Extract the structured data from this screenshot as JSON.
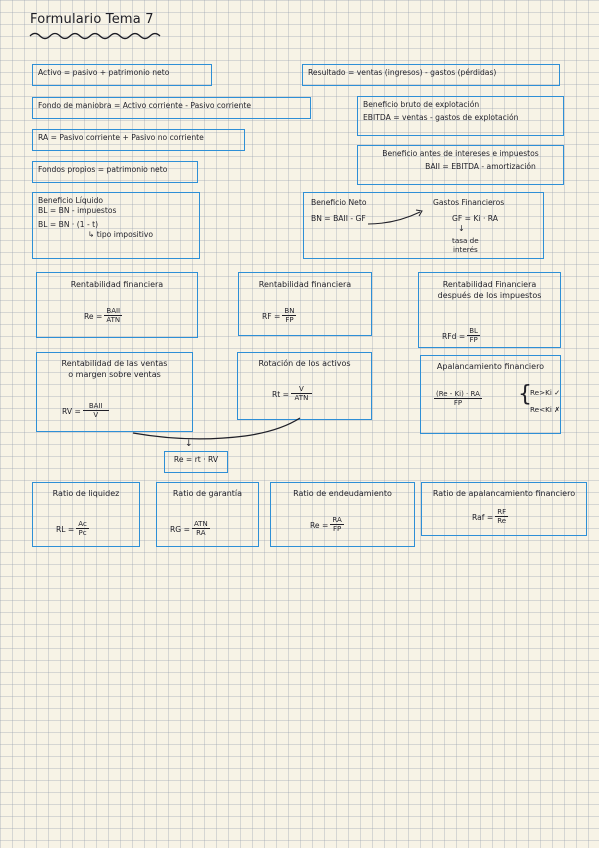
{
  "title": "Formulario Tema 7",
  "top_left": {
    "activo": "Activo = pasivo + patrimonio neto",
    "fondo_maniobra": "Fondo de maniobra = Activo corriente - Pasivo corriente",
    "ra": "RA = Pasivo corriente + Pasivo no corriente",
    "fondos_propios": "Fondos propios = patrimonio neto"
  },
  "top_right": {
    "resultado": "Resultado = ventas (ingresos) - gastos (pérdidas)",
    "beneficio_bruto": "Beneficio bruto de explotación",
    "ebitda": "EBITDA = ventas - gastos de explotación",
    "bai_title": "Beneficio antes de intereses e impuestos",
    "bai_formula": "BAII = EBITDA - amortización"
  },
  "beneficio_liquido": {
    "title": "Beneficio Líquido",
    "line1": "BL = BN - impuestos",
    "line2": "BL = BN · (1 - t)",
    "note": "↳ tipo impositivo"
  },
  "beneficio_neto": {
    "title": "Beneficio Neto",
    "formula": "BN = BAII - GF",
    "gastos_title": "Gastos Financieros",
    "gastos_formula": "GF = Ki · RA",
    "arrow": "↓",
    "tasa1": "tasa de",
    "tasa2": "interés"
  },
  "rent_financiera_1": {
    "title": "Rentabilidad financiera",
    "lhs": "Re =",
    "num": "BAII",
    "den": "ATN"
  },
  "rent_financiera_2": {
    "title": "Rentabilidad financiera",
    "lhs": "RF =",
    "num": "BN",
    "den": "FP"
  },
  "rent_financiera_3": {
    "title1": "Rentabilidad Financiera",
    "title2": "después de los impuestos",
    "lhs": "RFd =",
    "num": "BL",
    "den": "FP"
  },
  "rent_ventas": {
    "title1": "Rentabilidad de las ventas",
    "title2": "o margen sobre ventas",
    "lhs": "RV =",
    "num": "BAII",
    "den": "V"
  },
  "rotacion": {
    "title": "Rotación de los activos",
    "lhs": "Rt =",
    "num": "V",
    "den": "ATN"
  },
  "apalancamiento": {
    "title": "Apalancamiento financiero",
    "num": "(Re - Ki) · RA",
    "den": "FP",
    "case1": "Re>Ki ✓",
    "case2": "Re<Ki ✗"
  },
  "re_product": {
    "arrow": "↓",
    "formula": "Re = rt · RV"
  },
  "ratio_liquidez": {
    "title": "Ratio de liquidez",
    "lhs": "RL =",
    "num": "Ac",
    "den": "Pc"
  },
  "ratio_garantia": {
    "title": "Ratio de garantía",
    "lhs": "RG =",
    "num": "ATN",
    "den": "RA"
  },
  "ratio_endeudamiento": {
    "title": "Ratio de endeudamiento",
    "lhs": "Re =",
    "num": "RA",
    "den": "FP"
  },
  "ratio_apalancamiento": {
    "title": "Ratio de apalancamiento financiero",
    "lhs": "Raf =",
    "num": "RF",
    "den": "Re"
  },
  "colors": {
    "box_border": "#2e8fd6",
    "ink": "#1f1f28",
    "paper": "#f7f3e6",
    "grid": "#a0aab8"
  }
}
